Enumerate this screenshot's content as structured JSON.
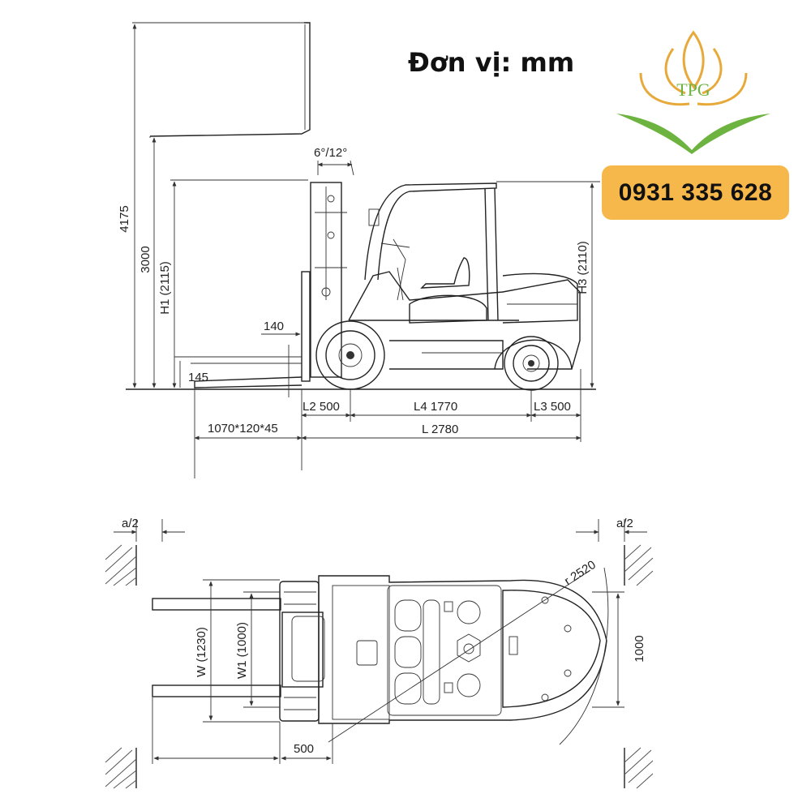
{
  "unit_label": "Đơn vị: mm",
  "phone": "0931 335 628",
  "logo_text": "TPG",
  "colors": {
    "badge": "#f7b84b",
    "logo_gold": "#e7a93a",
    "logo_green": "#6db33f"
  },
  "side_view": {
    "tilt": "6°/12°",
    "h_total": "4175",
    "h_lift": "3000",
    "h1": "H1 (2115)",
    "h3": "H3 (2110)",
    "fork_gap": "140",
    "fork_height": "145",
    "fork_size": "1070*120*45",
    "l2": "L2 500",
    "l4": "L4 1770",
    "l3": "L3 500",
    "l_total": "L  2780"
  },
  "top_view": {
    "a_left": "a/2",
    "a_right": "a/2",
    "radius": "r 2520",
    "w": "W (1230)",
    "w1": "W1 (1000)",
    "width_right": "1000",
    "bottom": "500"
  }
}
